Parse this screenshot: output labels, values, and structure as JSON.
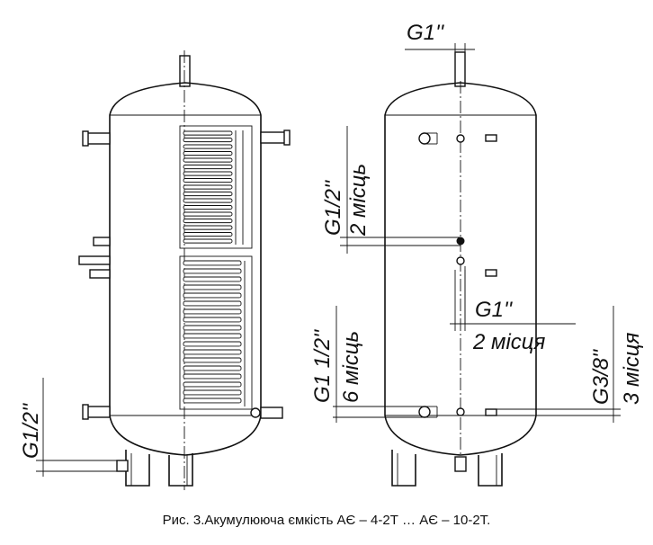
{
  "labels": {
    "top_connection": "G1''",
    "left_side_connection": "G1/2''",
    "upper_connection_size": "G1/2''",
    "upper_connection_count": "2 місць",
    "lower_connection_size": "G1 1/2''",
    "lower_connection_count": "6 місць",
    "middle_connection_size": "G1''",
    "middle_connection_count": "2 місця",
    "sensor_connection_size": "G3/8''",
    "sensor_connection_count": "3 місця"
  },
  "caption": "Рис. 3.Акумулююча ємкість АЄ – 4-2Т … АЄ – 10-2Т."
}
